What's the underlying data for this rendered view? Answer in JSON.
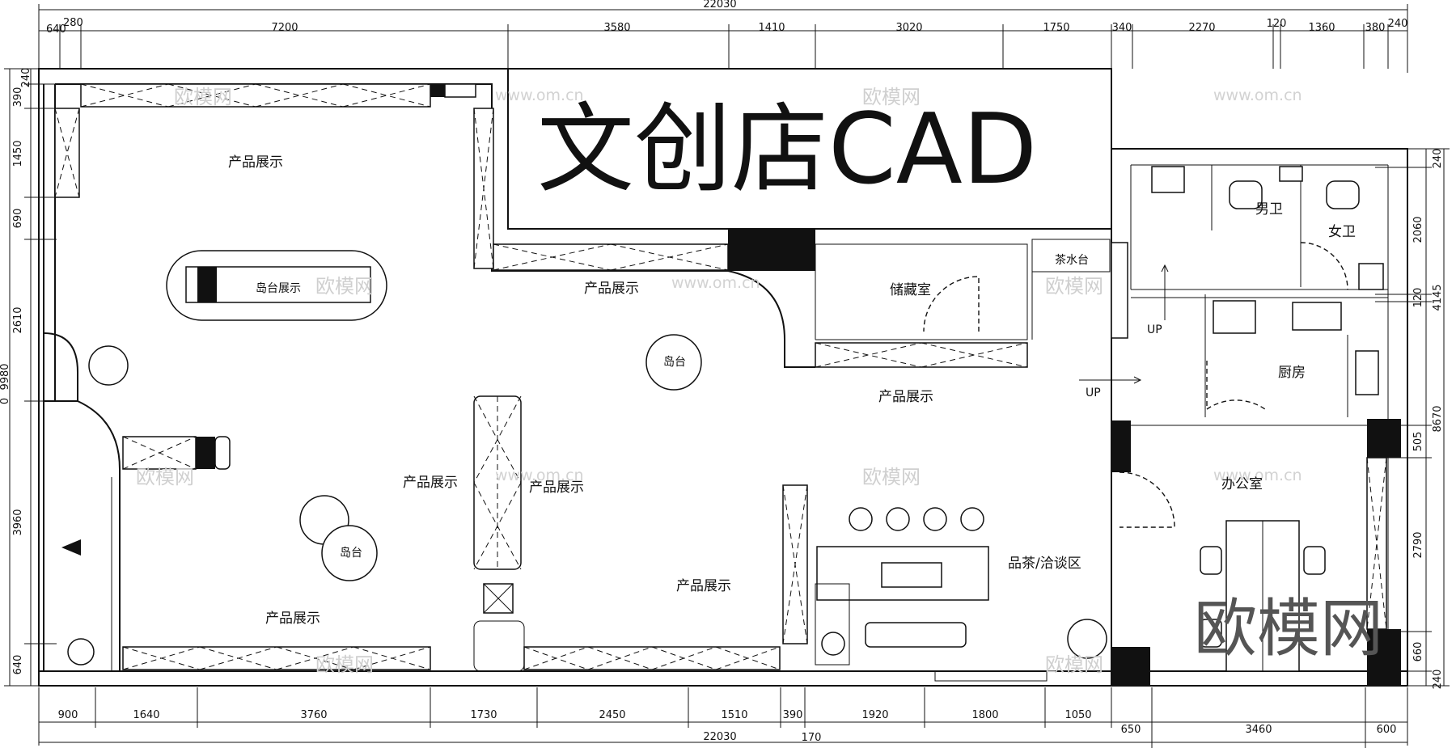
{
  "title": "文创店CAD",
  "watermarks": {
    "brand": "欧模网",
    "url": "www.om.cn"
  },
  "rooms": {
    "product_display": "产品展示",
    "island_display": "岛台展示",
    "island": "岛台",
    "tea_bar": "茶水台",
    "storage": "储藏室",
    "male_wc": "男卫",
    "female_wc": "女卫",
    "kitchen": "厨房",
    "office": "办公室",
    "tea_lounge": "品茶/洽谈区",
    "up": "UP"
  },
  "dimensions": {
    "top_total": "22030",
    "top_row": [
      "640",
      "280",
      "7200",
      "3580",
      "1410",
      "3020",
      "1750",
      "340",
      "2270",
      "120",
      "1360",
      "380",
      "240"
    ],
    "bottom_total": "22030",
    "bottom_total_note": "170",
    "bottom_row": [
      "900",
      "1640",
      "3760",
      "1730",
      "2450",
      "1510",
      "390",
      "1920",
      "1800",
      "1050",
      "650",
      "3460",
      "600"
    ],
    "left_total": "9980",
    "left_zero": "0",
    "left_row": [
      "240",
      "390",
      "1450",
      "690",
      "2610",
      "3960",
      "640"
    ],
    "right_upper_total": "4145",
    "right_lower_total": "8670",
    "right_row": [
      "240",
      "2060",
      "120",
      "505",
      "2790",
      "660",
      "240"
    ]
  }
}
